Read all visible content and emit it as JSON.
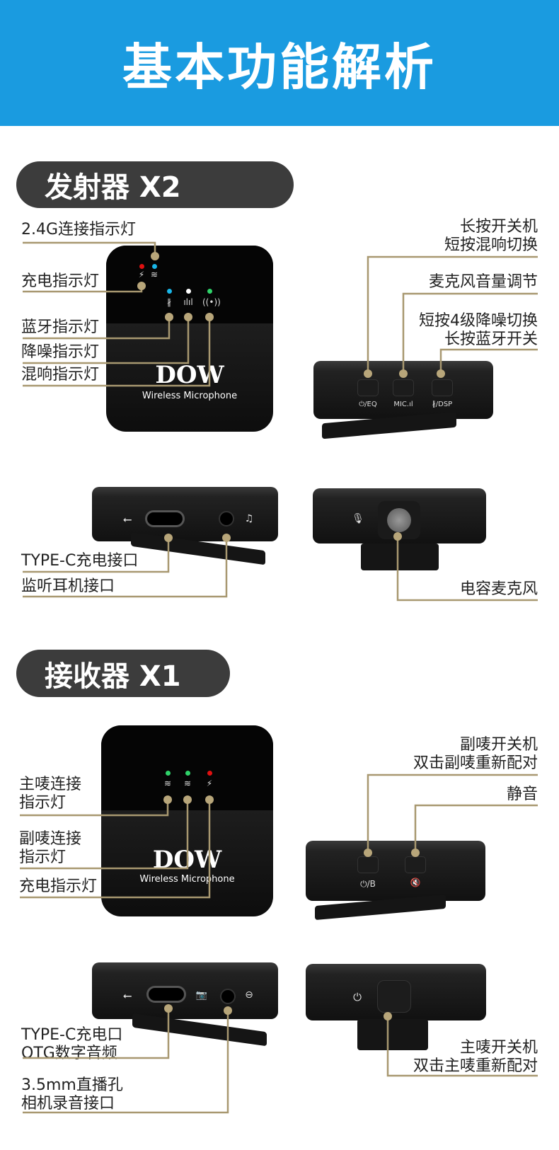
{
  "header": {
    "title": "基本功能解析"
  },
  "transmitter": {
    "section_title": "发射器 X2",
    "front": {
      "logo": "DOW",
      "subtitle": "Wireless Microphone",
      "labels": [
        "2.4G连接指示灯",
        "充电指示灯",
        "蓝牙指示灯",
        "降噪指示灯",
        "混响指示灯"
      ],
      "led_colors": [
        "#e01010",
        "#19b6e8",
        "#19b6e8",
        "#ffffff",
        "#2fd36a"
      ]
    },
    "top": {
      "buttons": [
        "⏻/EQ",
        "MIC.ıl",
        "∦/DSP"
      ],
      "labels": [
        [
          "长按开关机",
          "短按混响切换"
        ],
        [
          "麦克风音量调节"
        ],
        [
          "短按4级降噪切换",
          "长按蓝牙开关"
        ]
      ]
    },
    "side": {
      "labels": [
        "TYPE-C充电接口",
        "监听耳机接口"
      ]
    },
    "back": {
      "labels": [
        "电容麦克风"
      ]
    }
  },
  "receiver": {
    "section_title": "接收器 X1",
    "front": {
      "logo": "DOW",
      "subtitle": "Wireless Microphone",
      "labels": [
        [
          "主唛连接",
          "指示灯"
        ],
        [
          "副唛连接",
          "指示灯"
        ],
        [
          "充电指示灯"
        ]
      ],
      "led_colors": [
        "#2fd36a",
        "#2fd36a",
        "#e01010"
      ]
    },
    "top": {
      "buttons": [
        "⏻/B",
        "🔇"
      ],
      "labels": [
        [
          "副唛开关机",
          "双击副唛重新配对"
        ],
        [
          "静音"
        ]
      ]
    },
    "side": {
      "labels": [
        [
          "TYPE-C充电口",
          "OTG数字音频"
        ],
        [
          "3.5mm直播孔",
          "相机录音接口"
        ]
      ]
    },
    "back": {
      "labels": [
        [
          "主唛开关机",
          "双击主唛重新配对"
        ]
      ]
    }
  },
  "colors": {
    "header": "#1a9be0",
    "pill": "#3c3c3c",
    "leader": "#a89870"
  }
}
